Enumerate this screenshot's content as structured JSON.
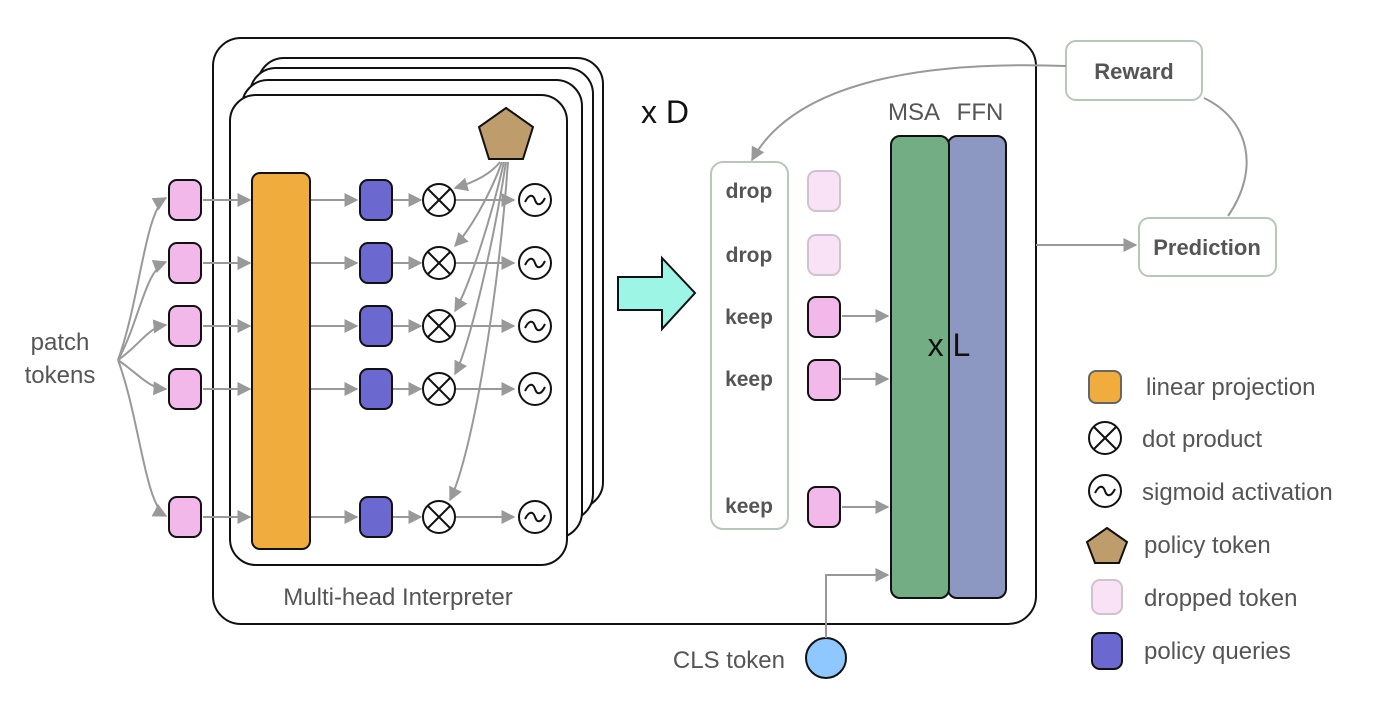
{
  "labels": {
    "patch_tokens_line1": "patch",
    "patch_tokens_line2": "tokens",
    "interpreter_title": "Multi-head Interpreter",
    "times_d": "x D",
    "msa": "MSA",
    "ffn": "FFN",
    "times_l": "x L",
    "reward": "Reward",
    "prediction": "Prediction",
    "cls_token": "CLS token"
  },
  "decisions": [
    "drop",
    "drop",
    "keep",
    "keep",
    "keep"
  ],
  "legend": [
    {
      "icon": "linear-projection-icon",
      "label": "linear projection"
    },
    {
      "icon": "dot-product-icon",
      "label": "dot product"
    },
    {
      "icon": "sigmoid-icon",
      "label": "sigmoid activation"
    },
    {
      "icon": "policy-token-icon",
      "label": "policy token"
    },
    {
      "icon": "dropped-token-icon",
      "label": "dropped token"
    },
    {
      "icon": "policy-query-icon",
      "label": "policy queries"
    }
  ],
  "colors": {
    "patch_token": "#f2b8ea",
    "dropped_token": "#f9e1f6",
    "linear_projection": "#f0ac3c",
    "policy_query": "#6b68d0",
    "policy_token": "#bf9c6b",
    "arrow_shape": "#9df5e6",
    "msa": "#73ad83",
    "ffn": "#8d98c2",
    "cls_token": "#8fc8ff",
    "edge": "#999999"
  }
}
